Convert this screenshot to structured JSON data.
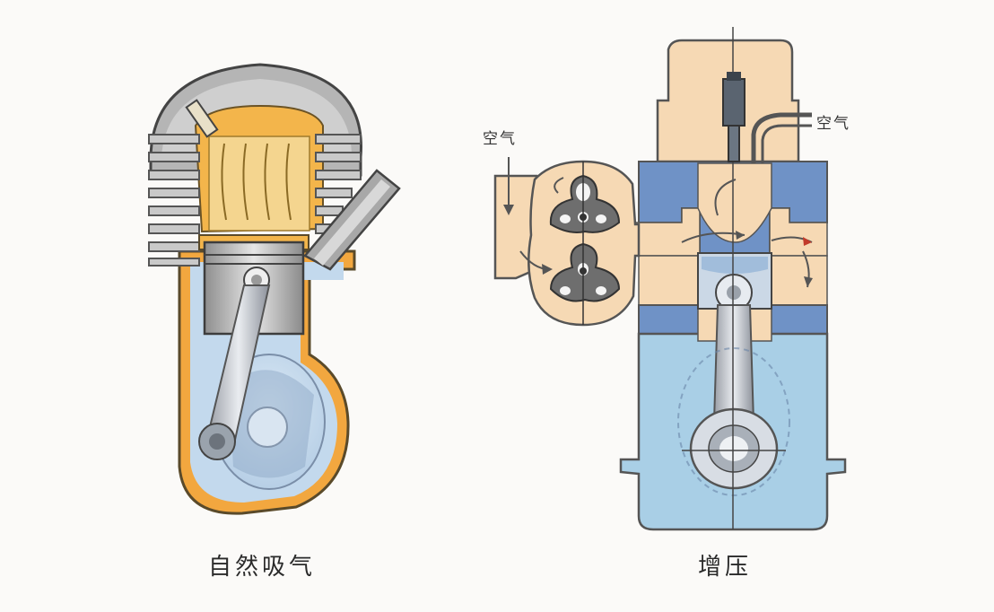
{
  "diagrams": [
    {
      "id": "natural-aspiration",
      "caption": "自然吸气"
    },
    {
      "id": "turbocharged",
      "caption": "增压",
      "air_labels": [
        "空气",
        "空气"
      ]
    }
  ],
  "colors": {
    "coolant_blue": "#a9cfe6",
    "crankcase_blue": "#bcd9ee",
    "chamber_orange": "#f3b54b",
    "peach": "#f6d9b4",
    "metal_gray": "#a9a9a9",
    "dark_blue": "#6f92c6",
    "outline": "#4a4a4a"
  }
}
